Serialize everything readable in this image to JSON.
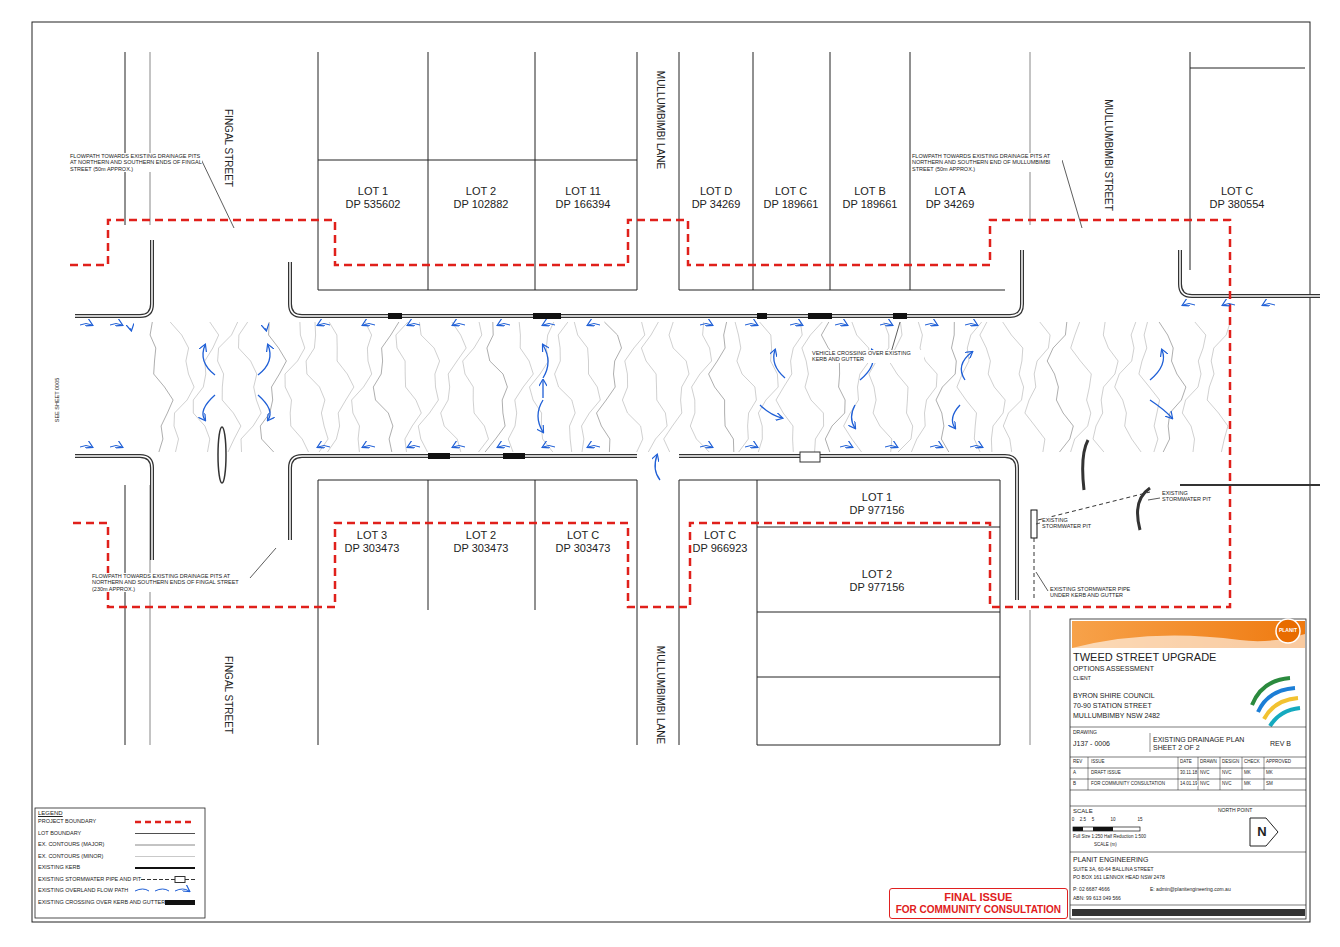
{
  "diagram": {
    "nodes": [
      {
        "text": [
          "LOT 1",
          "DP 535602"
        ]
      },
      {
        "text": [
          "LOT 2",
          "DP 102882"
        ]
      },
      {
        "text": [
          "LOT 11",
          "DP 166394"
        ]
      },
      {
        "text": [
          "LOT D",
          "DP 34269"
        ]
      },
      {
        "text": [
          "LOT C",
          "DP 189661"
        ]
      },
      {
        "text": [
          "LOT B",
          "DP 189661"
        ]
      },
      {
        "text": [
          "LOT A",
          "DP 34269"
        ]
      },
      {
        "text": [
          "LOT C",
          "DP 380554"
        ]
      },
      {
        "text": [
          "LOT 3",
          "DP 303473"
        ]
      },
      {
        "text": [
          "LOT 2",
          "DP 303473"
        ]
      },
      {
        "text": [
          "LOT C",
          "DP 303473"
        ]
      },
      {
        "text": [
          "LOT C",
          "DP 966923"
        ]
      },
      {
        "text": [
          "LOT 1",
          "DP 977156"
        ]
      },
      {
        "text": [
          "LOT 2",
          "DP 977156"
        ]
      },
      {
        "text": [
          "FINAL ISSUE",
          "FOR COMMUNITY CONSULTATION"
        ]
      }
    ],
    "labels": [
      "FINGAL STREET",
      "FINGAL STREET",
      "MULLUMBIMBI LANE",
      "MULLUMBIMBI LANE",
      "MULLUMBIMBI STREET",
      "FLOWPATH TOWARDS EXISTING DRAINAGE PITS AT NORTHERN AND SOUTHERN ENDS OF FINGAL STREET (50m APPROX.)",
      "FLOWPATH TOWARDS EXISTING DRAINAGE PITS AT NORTHERN AND SOUTHERN END OF MULLUMBIMBI STREET (50m APPROX.)",
      "FLOWPATH TOWARDS EXISTING DRAINAGE PITS AT NORTHERN AND SOUTHERN ENDS OF FINGAL STREET (230m APPROX.)",
      "VEHICLE CROSSING OVER EXISTING KERB AND GUTTER",
      "EXISTING STORMWATER PIT",
      "EXISTING STORMWATER PIT",
      "EXISTING STORMWATER PIPE UNDER KERB AND GUTTER",
      "SEE SHEET 0005",
      "LEGEND",
      "PLANIT",
      "TWEED STREET UPGRADE",
      "OPTIONS ASSESSMENT",
      "CLIENT",
      "BYRON SHIRE COUNCIL",
      "70-90 STATION STREET",
      "MULLUMBIMBY NSW 2482",
      "DRAWING",
      "J137 - 0006",
      "EXISTING DRAINAGE PLAN SHEET 2 OF 2",
      "REV B",
      "REV",
      "ISSUE",
      "DATE",
      "DRAWN",
      "DESIGN",
      "CHECK",
      "APPROVED",
      "A",
      "DRAFT ISSUE",
      "30.11.18",
      "NVC",
      "NVC",
      "MK",
      "MK",
      "B",
      "FOR COMMUNITY CONSULTATION",
      "14.01.19",
      "NVC",
      "NVC",
      "MK",
      "SM",
      "SCALE",
      "NORTH POINT",
      "N",
      "0",
      "2.5",
      "5",
      "10",
      "15",
      "Full Size 1:250 Half Reduction 1:500",
      "SCALE (m)",
      "PLANIT ENGINEERING",
      "SUITE 3A, 60-64 BALLINA STREET",
      "PO BOX 161 LENNOX HEAD NSW 2478",
      "P: 02 6687 4666",
      "E: admin@planitengineering.com.au",
      "ABN: 99 613 049 566"
    ],
    "legend": [
      {
        "text": "PROJECT BOUNDARY"
      },
      {
        "text": "LOT BOUNDARY"
      },
      {
        "text": "EX. CONTOURS (MAJOR)"
      },
      {
        "text": "EX. CONTOURS (MINOR)"
      },
      {
        "text": "EXISTING KERB"
      },
      {
        "text": "EXISTING STORMWATER PIPE AND PIT"
      },
      {
        "text": "EXISTING OVERLAND FLOW PATH"
      },
      {
        "text": "EXISTING CROSSING OVER KERB AND GUTTER"
      }
    ]
  }
}
